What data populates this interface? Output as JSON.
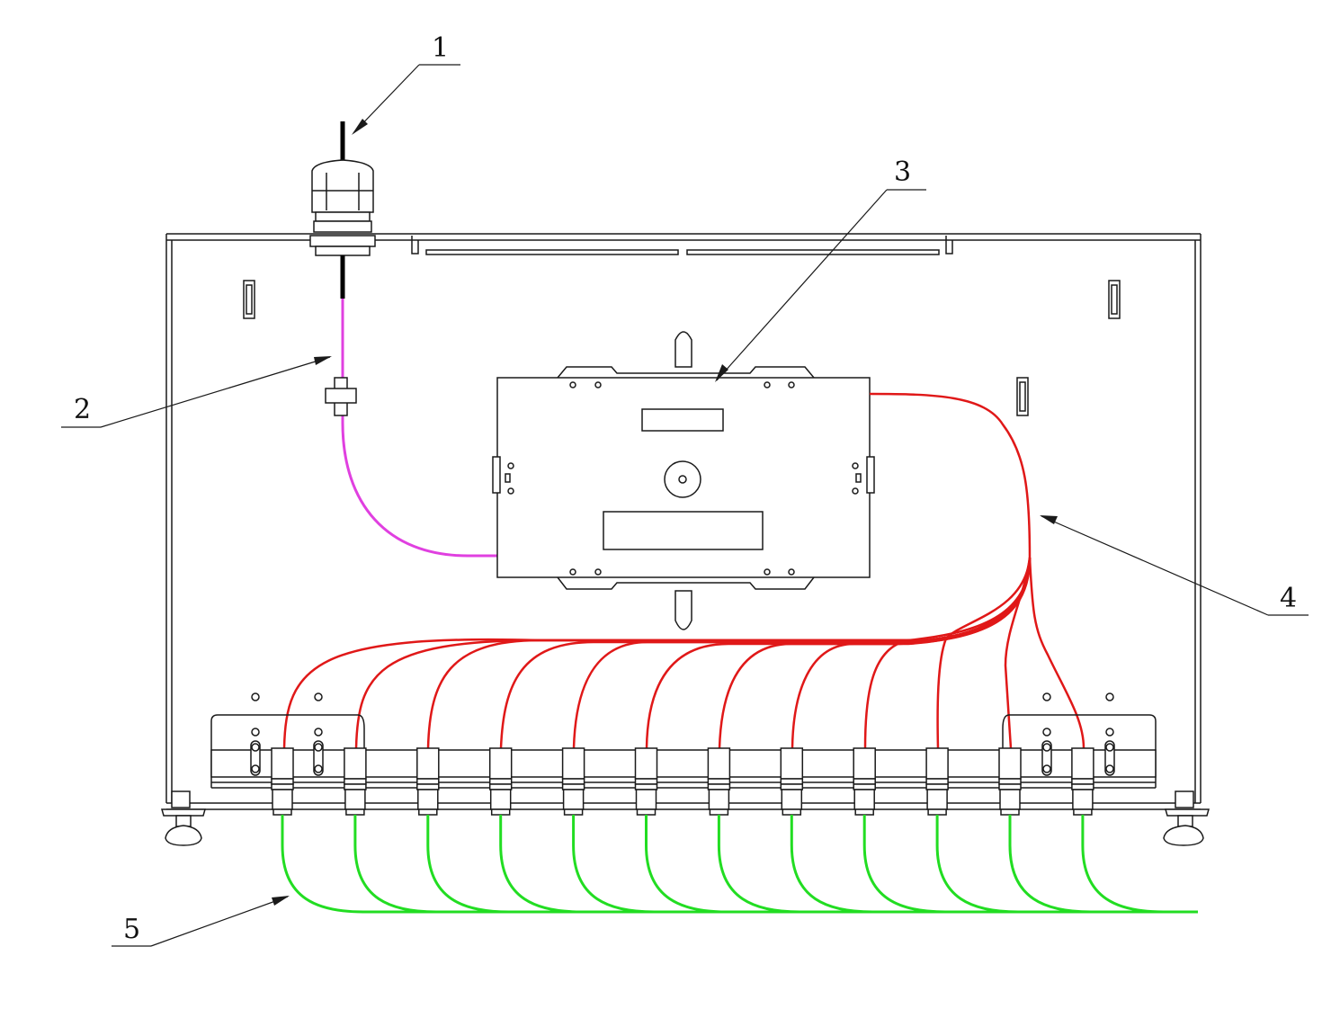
{
  "labels": [
    "1",
    "2",
    "3",
    "4",
    "5"
  ],
  "colors": {
    "outline": "#1a1a1a",
    "pigtail": "#e040e0",
    "distribution_fiber": "#e01818",
    "output_fiber": "#22dd22",
    "background": "#ffffff"
  },
  "ports": {
    "count": 12
  }
}
